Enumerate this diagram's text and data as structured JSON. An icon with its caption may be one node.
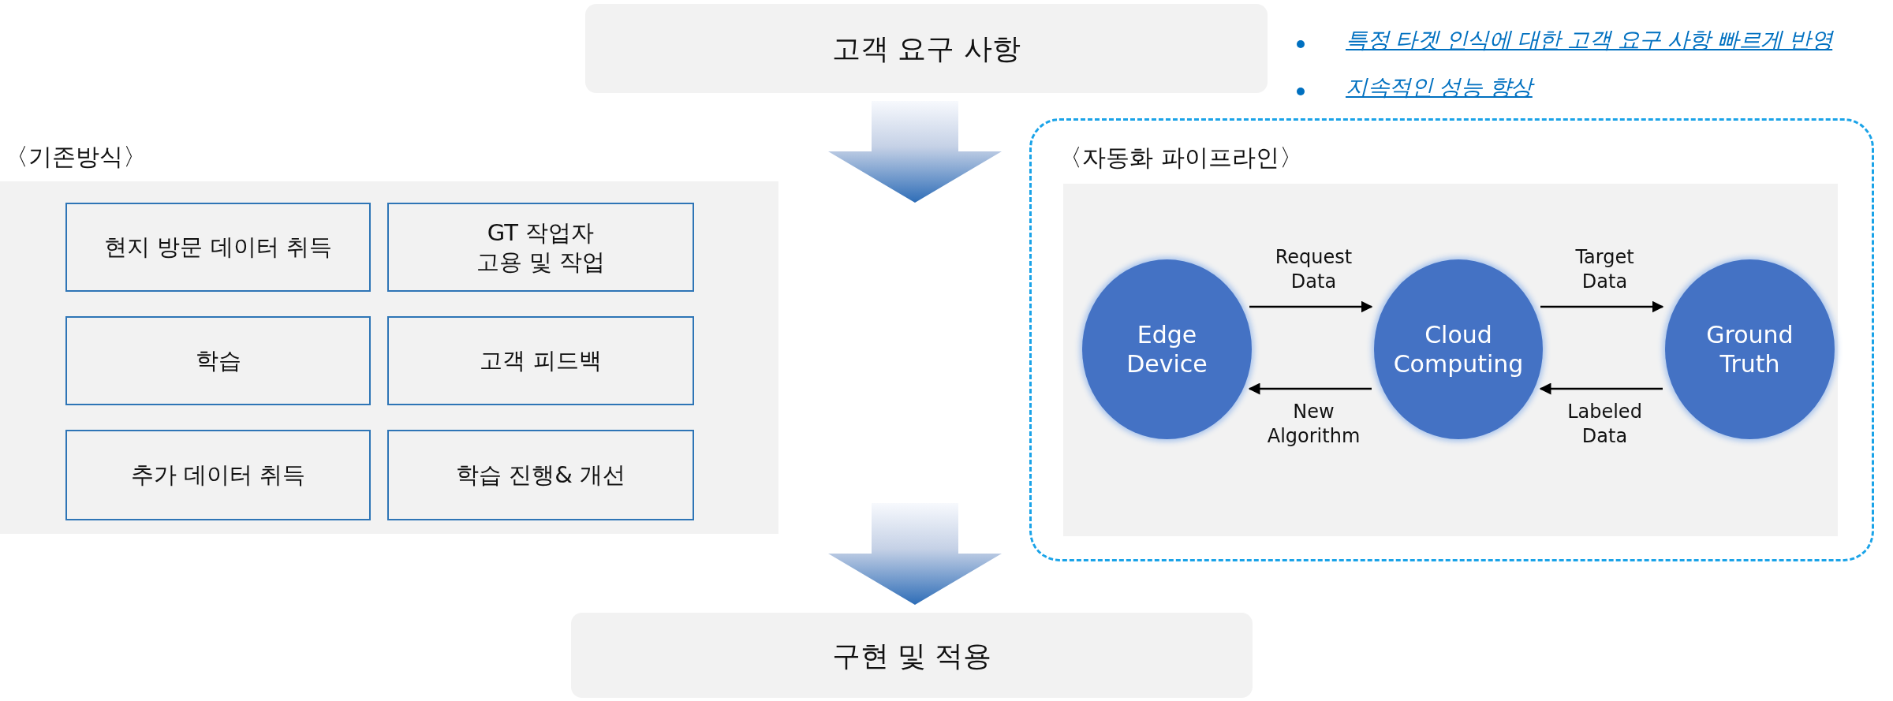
{
  "diagram": {
    "nodes": [
      {
        "text": [
          "고객 요구 사항"
        ]
      },
      {
        "text": [
          "〈기존방식〉"
        ]
      },
      {
        "text": [
          "현지 방문 데이터 취득"
        ],
        "in": 1
      },
      {
        "text": [
          "GT 작업자 고용 및 작업"
        ],
        "in": 1
      },
      {
        "text": [
          "학습"
        ],
        "in": 1
      },
      {
        "text": [
          "고객 피드백"
        ],
        "in": 1
      },
      {
        "text": [
          "추가 데이터 취득"
        ],
        "in": 1
      },
      {
        "text": [
          "학습 진행& 개선"
        ],
        "in": 1
      },
      {
        "text": [
          "〈자동화 파이프라인〉"
        ]
      },
      {
        "text": [],
        "shape": "box",
        "in": 8
      },
      {
        "text": [
          "Edge Device"
        ],
        "in": 9
      },
      {
        "text": [
          "Cloud Computing"
        ],
        "in": 9
      },
      {
        "text": [
          "Ground Truth"
        ],
        "in": 9
      },
      {
        "text": [
          "구현 및 적용"
        ]
      }
    ],
    "edges": [
      {
        "from": 0,
        "to": null,
        "arrow": "to"
      },
      {
        "from": null,
        "to": 13,
        "arrow": "to"
      },
      {
        "from": 10,
        "to": 11,
        "arrow": "to",
        "label": "Request Data"
      },
      {
        "from": 11,
        "to": 10,
        "arrow": "to",
        "label": "New Algorithm"
      },
      {
        "from": 11,
        "to": 12,
        "arrow": "to",
        "label": "Target Data"
      },
      {
        "from": 12,
        "to": 11,
        "arrow": "to",
        "label": "Labeled Data"
      }
    ],
    "labels": [
      "특정 타겟 인식에 대한 고객 요구 사항 빠르게 반영",
      "지속적인 성능 향상"
    ]
  }
}
